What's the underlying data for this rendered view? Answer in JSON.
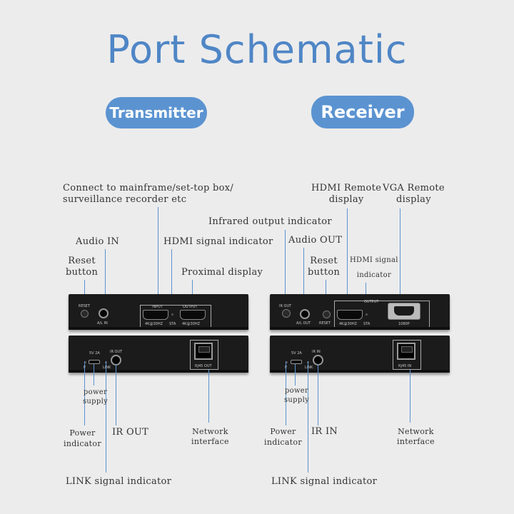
{
  "title": "Port Schematic",
  "transmitter": {
    "heading": "Transmitter",
    "front": {
      "connect_label": "Connect to mainframe/set-top box/\nsurveillance recorder etc",
      "audio_in": "Audio IN",
      "hdmi_signal": "HDMI signal indicator",
      "reset": "Reset\nbutton",
      "proximal": "Proximal display",
      "panel": {
        "reset": "RESET",
        "ain": "A/L IN",
        "input": "INPUT",
        "output": "OUTPUT",
        "res1": "4K@30HZ",
        "res2": "4K@30HZ",
        "sta": "STA"
      }
    },
    "back": {
      "power_supply": "power\nsupply",
      "power_indicator": "Power\nindicator",
      "ir_out": "IR OUT",
      "network": "Network\ninterface",
      "link": "LINK signal indicator",
      "panel": {
        "p": "P",
        "dc": "5V 2A",
        "link": "LINK",
        "ir": "IR OUT",
        "rj": "RJ45 OUT"
      }
    }
  },
  "receiver": {
    "heading": "Receiver",
    "front": {
      "hdmi_remote": "HDMI Remote\ndisplay",
      "vga_remote": "VGA Remote\ndisplay",
      "infrared": "Infrared output indicator",
      "audio_out": "Audio OUT",
      "reset": "Reset\nbutton",
      "hdmi_signal": "HDMI signal\nindicator",
      "panel": {
        "ir": "IR OUT",
        "aout": "A/L OUT",
        "reset": "RESET",
        "output": "OUTPUT",
        "res": "4K@30HZ",
        "sta": "STA",
        "vga": "1080P"
      }
    },
    "back": {
      "power_supply": "power\nsupply",
      "power_indicator": "Power\nindicator",
      "ir_in": "IR IN",
      "network": "Network\ninterface",
      "link": "LINK signal indicator",
      "panel": {
        "p": "P",
        "dc": "5V 2A",
        "link": "LINK",
        "ir": "IR IN",
        "rj": "RJ45 IN"
      }
    }
  }
}
